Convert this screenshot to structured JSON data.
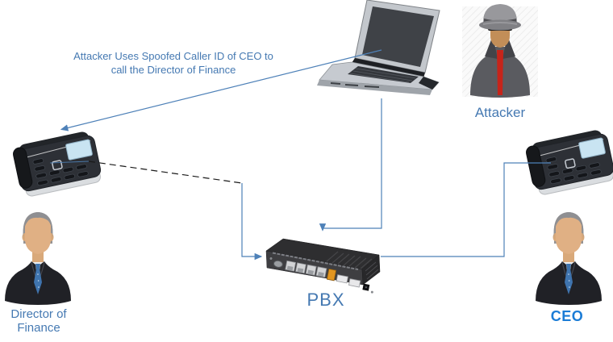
{
  "annotation": {
    "line1": "Attacker Uses Spoofed Caller ID of CEO to",
    "line2": "call the Director of Finance"
  },
  "labels": {
    "attacker": "Attacker",
    "pbx": "PBX",
    "director_line1": "Director of",
    "director_line2": "Finance",
    "ceo": "CEO"
  },
  "colors": {
    "background": "#FFFFFF",
    "annotation-text": "#4579B2",
    "label-text": "#4579B2",
    "ceo-label": "#1B7CD6",
    "connector": "#4E81B8",
    "dashed-line": "#1A1A1A",
    "attacker-tie": "#C6241A",
    "businessman-tie": "#3F74AE",
    "phone-screen": "#C9E4F2",
    "pbx-accent-orange": "#E2951F"
  },
  "nodes": [
    {
      "id": "attacker-laptop",
      "type": "laptop"
    },
    {
      "id": "attacker",
      "type": "person",
      "label": "Attacker"
    },
    {
      "id": "director-phone",
      "type": "desk-phone"
    },
    {
      "id": "ceo-phone",
      "type": "desk-phone"
    },
    {
      "id": "pbx",
      "type": "device",
      "label": "PBX"
    },
    {
      "id": "director-of-finance",
      "type": "person",
      "label": "Director of Finance"
    },
    {
      "id": "ceo",
      "type": "person",
      "label": "CEO"
    }
  ],
  "edges": [
    {
      "from": "attacker-laptop",
      "to": "director-phone",
      "style": "solid",
      "arrow": true
    },
    {
      "from": "attacker-laptop",
      "to": "pbx",
      "style": "solid",
      "arrow": true
    },
    {
      "from": "director-phone",
      "to": "pbx",
      "style": "dashed-then-solid",
      "arrow": true
    },
    {
      "from": "ceo-phone",
      "to": "pbx",
      "style": "solid",
      "arrow": false
    }
  ]
}
